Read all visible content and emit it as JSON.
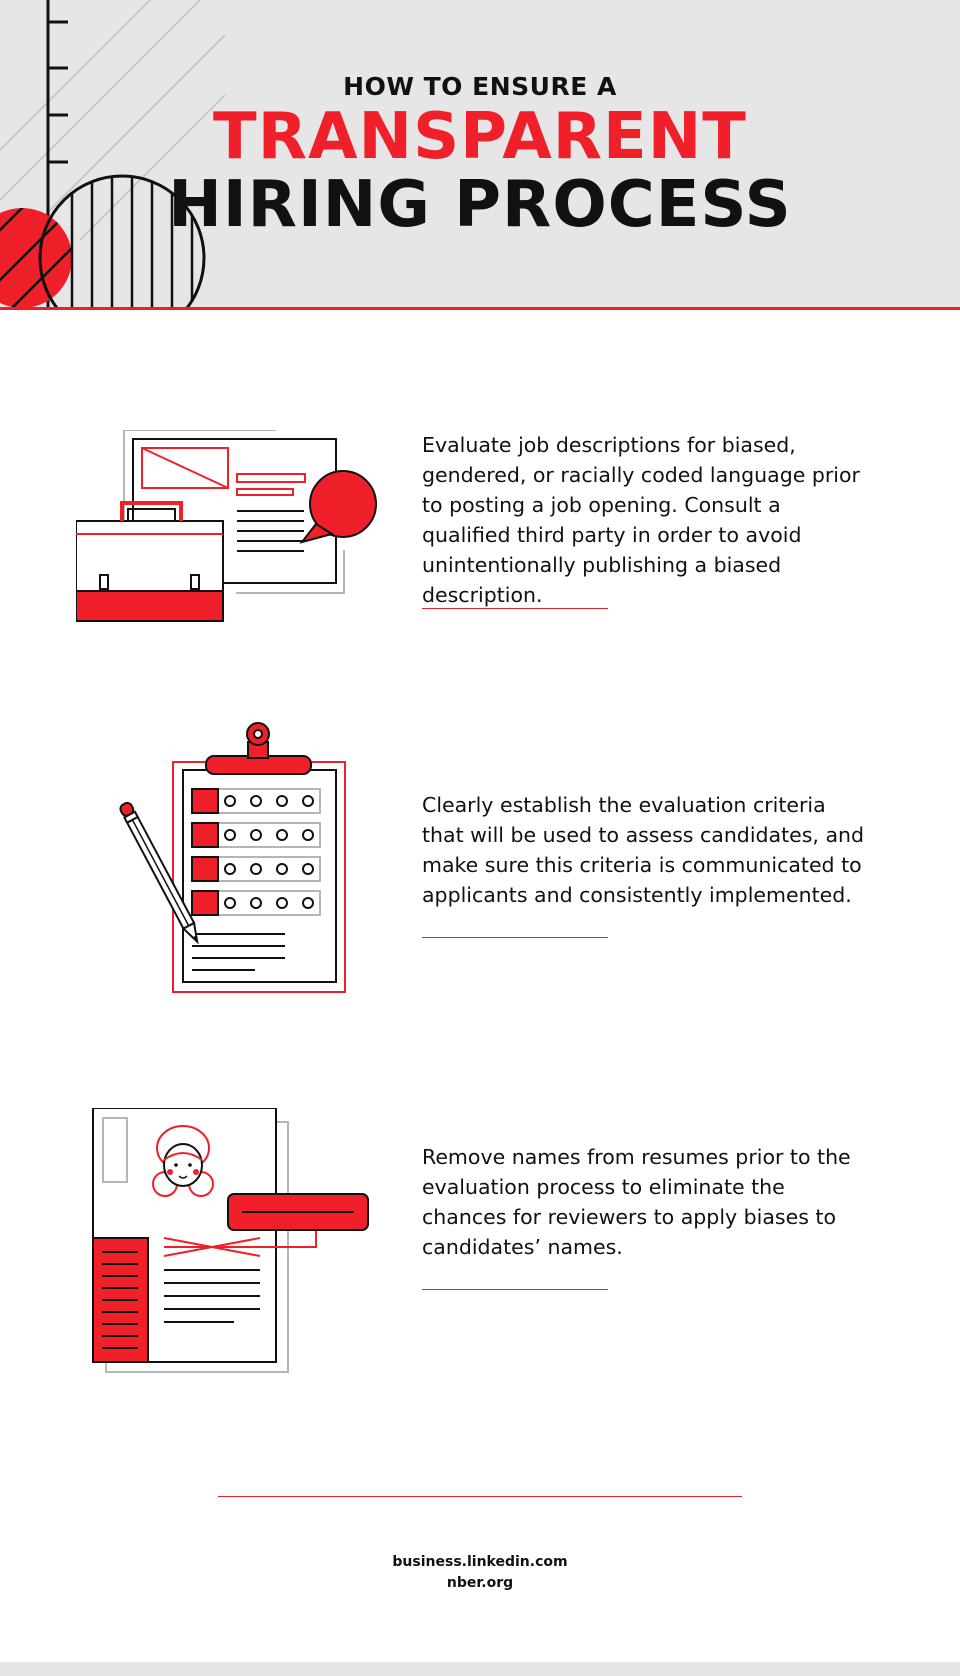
{
  "header": {
    "line1": "HOW TO ENSURE A",
    "line2": "TRANSPARENT",
    "line3": "HIRING PROCESS"
  },
  "sections": [
    {
      "text": "Evaluate job descriptions for biased, gendered, or racially coded language prior to posting a job opening. Consult a qualified third party in order to avoid unintentionally publishing a biased description.",
      "icon": "briefcase-document-speech-bubble"
    },
    {
      "text": "Clearly establish the evaluation criteria that will be used to assess candidates, and make sure this criteria is communicated to applicants and consistently implemented.",
      "icon": "clipboard-checklist-pencil"
    },
    {
      "text": "Remove names from resumes prior to the evaluation process to eliminate the chances for reviewers to apply biases to candidates’ names.",
      "icon": "resume-redacted-name"
    }
  ],
  "footer": {
    "source1": "business.linkedin.com",
    "source2": "nber.org"
  },
  "colors": {
    "accent": "#f0202a",
    "header_bg": "#e6e6e6",
    "text": "#111111"
  }
}
